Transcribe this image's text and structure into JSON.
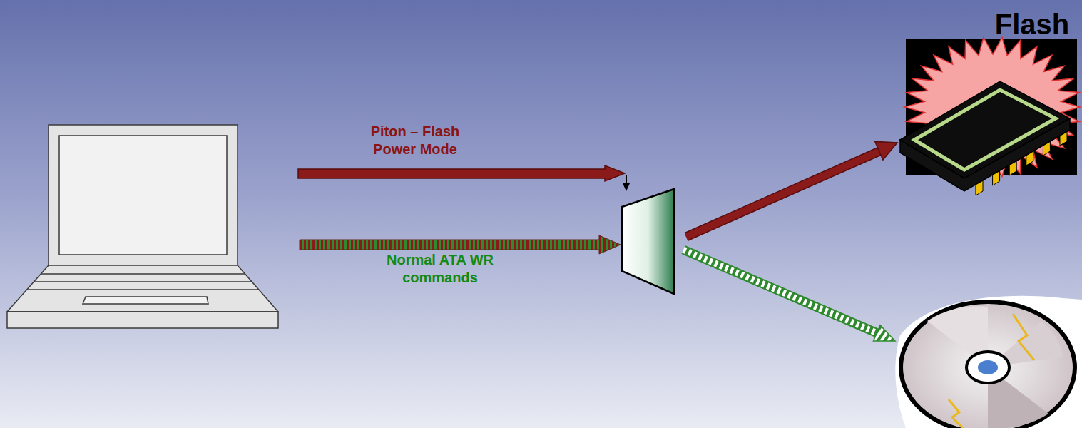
{
  "diagram": {
    "nodes": [
      {
        "text": [
          "Flash"
        ]
      }
    ],
    "labels": [
      "Piton – Flash Power Mode",
      "Normal ATA WR commands"
    ]
  }
}
